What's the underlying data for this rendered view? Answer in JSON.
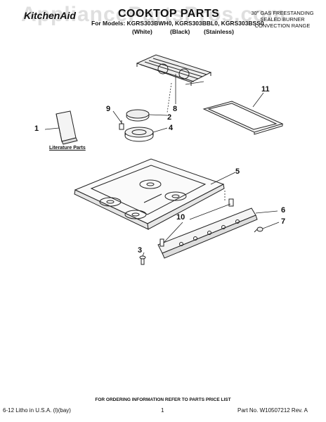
{
  "watermark": "AppliancePartsPros.com",
  "header": {
    "brand": "KitchenAid",
    "section_title": "COOKTOP PARTS",
    "models_line": "For Models: KGRS303BWH0, KGRS303BBL0, KGRS303BSS0",
    "finishes": [
      "(White)",
      "(Black)",
      "(Stainless)"
    ],
    "range_desc": [
      "30\" GAS FREESTANDING",
      "SEALED BURNER",
      "CONVECTION RANGE"
    ]
  },
  "callouts": [
    "1",
    "2",
    "3",
    "4",
    "5",
    "6",
    "7",
    "8",
    "9",
    "10",
    "11"
  ],
  "literature_label": "Literature Parts",
  "footer": {
    "ordering_info": "FOR ORDERING INFORMATION REFER TO PARTS PRICE LIST",
    "litho": "6-12 Litho in U.S.A. (l)(bay)",
    "page_number": "1",
    "part_number": "Part No. W10507212 Rev. A"
  }
}
